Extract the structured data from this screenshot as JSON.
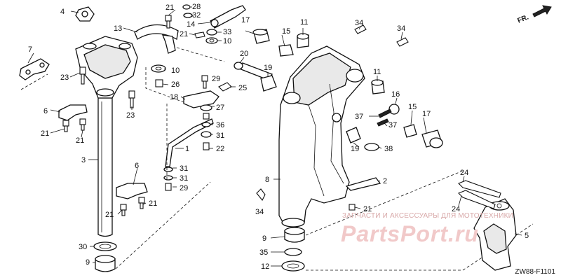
{
  "diagram": {
    "orientation_label": "FR.",
    "drawing_code": "ZW88-F1101",
    "watermark_text": "ЗАПЧАСТИ И АКСЕССУАРЫ ДЛЯ МОТОТЕХНИКИ",
    "watermark_logo": "PartsPort.ru",
    "callouts": [
      {
        "id": "c4",
        "text": "4"
      },
      {
        "id": "c7",
        "text": "7"
      },
      {
        "id": "c23a",
        "text": "23"
      },
      {
        "id": "c23b",
        "text": "23"
      },
      {
        "id": "c6a",
        "text": "6"
      },
      {
        "id": "c21a",
        "text": "21"
      },
      {
        "id": "c21b",
        "text": "21"
      },
      {
        "id": "c3",
        "text": "3"
      },
      {
        "id": "c6b",
        "text": "6"
      },
      {
        "id": "c21c",
        "text": "21"
      },
      {
        "id": "c21d",
        "text": "21"
      },
      {
        "id": "c30",
        "text": "30"
      },
      {
        "id": "c9a",
        "text": "9"
      },
      {
        "id": "c21e",
        "text": "21"
      },
      {
        "id": "c28",
        "text": "28"
      },
      {
        "id": "c32",
        "text": "32"
      },
      {
        "id": "c14",
        "text": "14"
      },
      {
        "id": "c13",
        "text": "13"
      },
      {
        "id": "c21f",
        "text": "21"
      },
      {
        "id": "c33",
        "text": "33"
      },
      {
        "id": "c10a",
        "text": "10"
      },
      {
        "id": "c10b",
        "text": "10"
      },
      {
        "id": "c26",
        "text": "26"
      },
      {
        "id": "c29a",
        "text": "29"
      },
      {
        "id": "c25",
        "text": "25"
      },
      {
        "id": "c18",
        "text": "18"
      },
      {
        "id": "c27",
        "text": "27"
      },
      {
        "id": "c36",
        "text": "36"
      },
      {
        "id": "c31a",
        "text": "31"
      },
      {
        "id": "c22",
        "text": "22"
      },
      {
        "id": "c1",
        "text": "1"
      },
      {
        "id": "c31b",
        "text": "31"
      },
      {
        "id": "c31c",
        "text": "31"
      },
      {
        "id": "c29b",
        "text": "29"
      },
      {
        "id": "c17a",
        "text": "17"
      },
      {
        "id": "c15a",
        "text": "15"
      },
      {
        "id": "c11a",
        "text": "11"
      },
      {
        "id": "c34a",
        "text": "34"
      },
      {
        "id": "c34b",
        "text": "34"
      },
      {
        "id": "c20",
        "text": "20"
      },
      {
        "id": "c19a",
        "text": "19"
      },
      {
        "id": "c11b",
        "text": "11"
      },
      {
        "id": "c16",
        "text": "16"
      },
      {
        "id": "c37a",
        "text": "37"
      },
      {
        "id": "c37b",
        "text": "37"
      },
      {
        "id": "c15b",
        "text": "15"
      },
      {
        "id": "c17b",
        "text": "17"
      },
      {
        "id": "c19b",
        "text": "19"
      },
      {
        "id": "c38",
        "text": "38"
      },
      {
        "id": "c8",
        "text": "8"
      },
      {
        "id": "c2",
        "text": "2"
      },
      {
        "id": "c34c",
        "text": "34"
      },
      {
        "id": "c21g",
        "text": "21"
      },
      {
        "id": "c9b",
        "text": "9"
      },
      {
        "id": "c35",
        "text": "35"
      },
      {
        "id": "c12",
        "text": "12"
      },
      {
        "id": "c24a",
        "text": "24"
      },
      {
        "id": "c24b",
        "text": "24"
      },
      {
        "id": "c5",
        "text": "5"
      }
    ]
  }
}
